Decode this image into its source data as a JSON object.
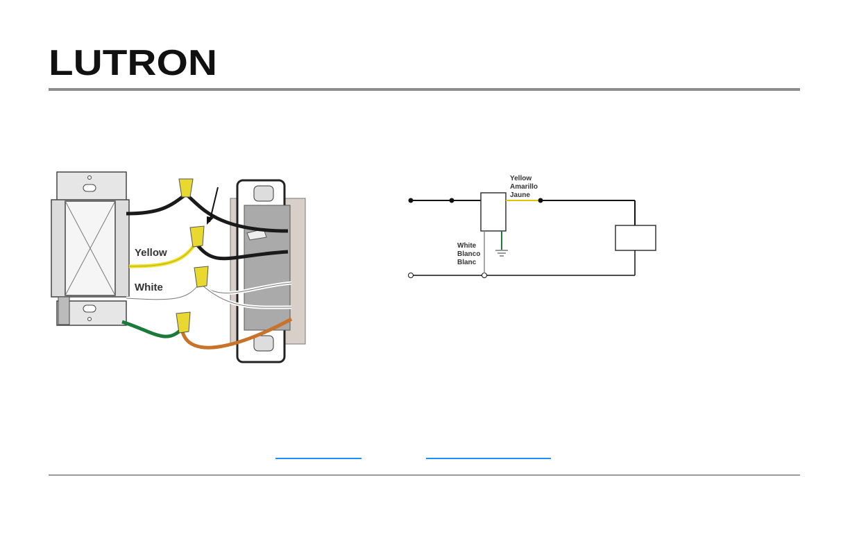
{
  "brand": {
    "logo_text": "LUTRON"
  },
  "illustration": {
    "wire_labels": {
      "yellow": "Yellow",
      "white": "White"
    }
  },
  "schematic": {
    "yellow_label": [
      "Yellow",
      "Amarillo",
      "Jaune"
    ],
    "white_label": [
      "White",
      "Blanco",
      "Blanc"
    ]
  },
  "colors": {
    "rule": "#8c8c8c",
    "link": "#1e90ff",
    "wire_yellow": "#f0e020",
    "wire_green": "#1a7a3a",
    "wire_copper": "#c8722a",
    "wire_nut": "#e8d830"
  }
}
